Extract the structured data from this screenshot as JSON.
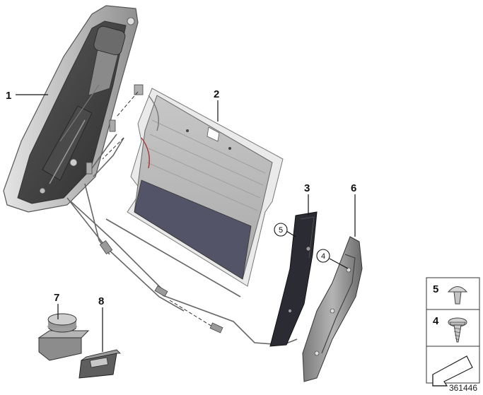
{
  "diagram": {
    "callouts": {
      "c1": "1",
      "c2": "2",
      "c3": "3",
      "c4": "4",
      "c5": "5",
      "c6": "6",
      "c7": "7",
      "c8": "8"
    },
    "legend": {
      "item_a": "5",
      "item_b": "4"
    },
    "reference_number": "361446"
  }
}
